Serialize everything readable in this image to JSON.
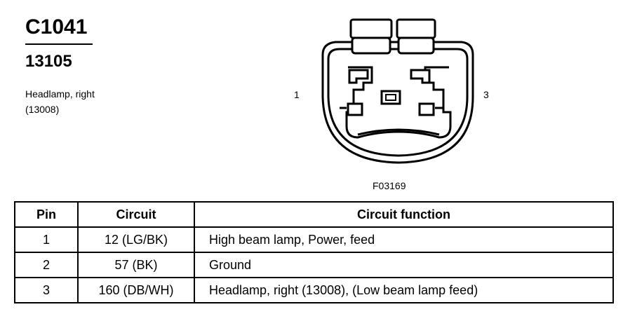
{
  "connector": {
    "id": "C1041",
    "part_number": "13105",
    "description_line1": "Headlamp, right",
    "description_line2": "(13008)"
  },
  "diagram": {
    "pin_label_left": "1",
    "pin_label_right": "3",
    "figure_code": "F03169"
  },
  "table": {
    "headers": [
      "Pin",
      "Circuit",
      "Circuit function"
    ],
    "rows": [
      [
        "1",
        "12 (LG/BK)",
        "High beam lamp, Power, feed"
      ],
      [
        "2",
        "57 (BK)",
        "Ground"
      ],
      [
        "3",
        "160 (DB/WH)",
        "Headlamp, right (13008), (Low beam lamp feed)"
      ]
    ]
  }
}
